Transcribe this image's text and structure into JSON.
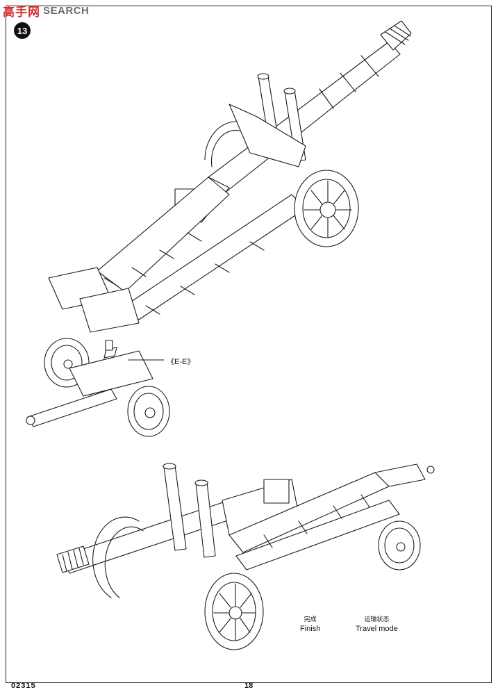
{
  "watermark": {
    "logo": "高手网",
    "text": "SEARCH"
  },
  "step": {
    "number": "13"
  },
  "callout": {
    "label": "《E-E》"
  },
  "captions": {
    "finish_zh": "完成",
    "finish_en": "Finish",
    "travel_zh": "运输状态",
    "travel_en": "Travel mode"
  },
  "footer": {
    "code": "02315",
    "page": "18"
  }
}
